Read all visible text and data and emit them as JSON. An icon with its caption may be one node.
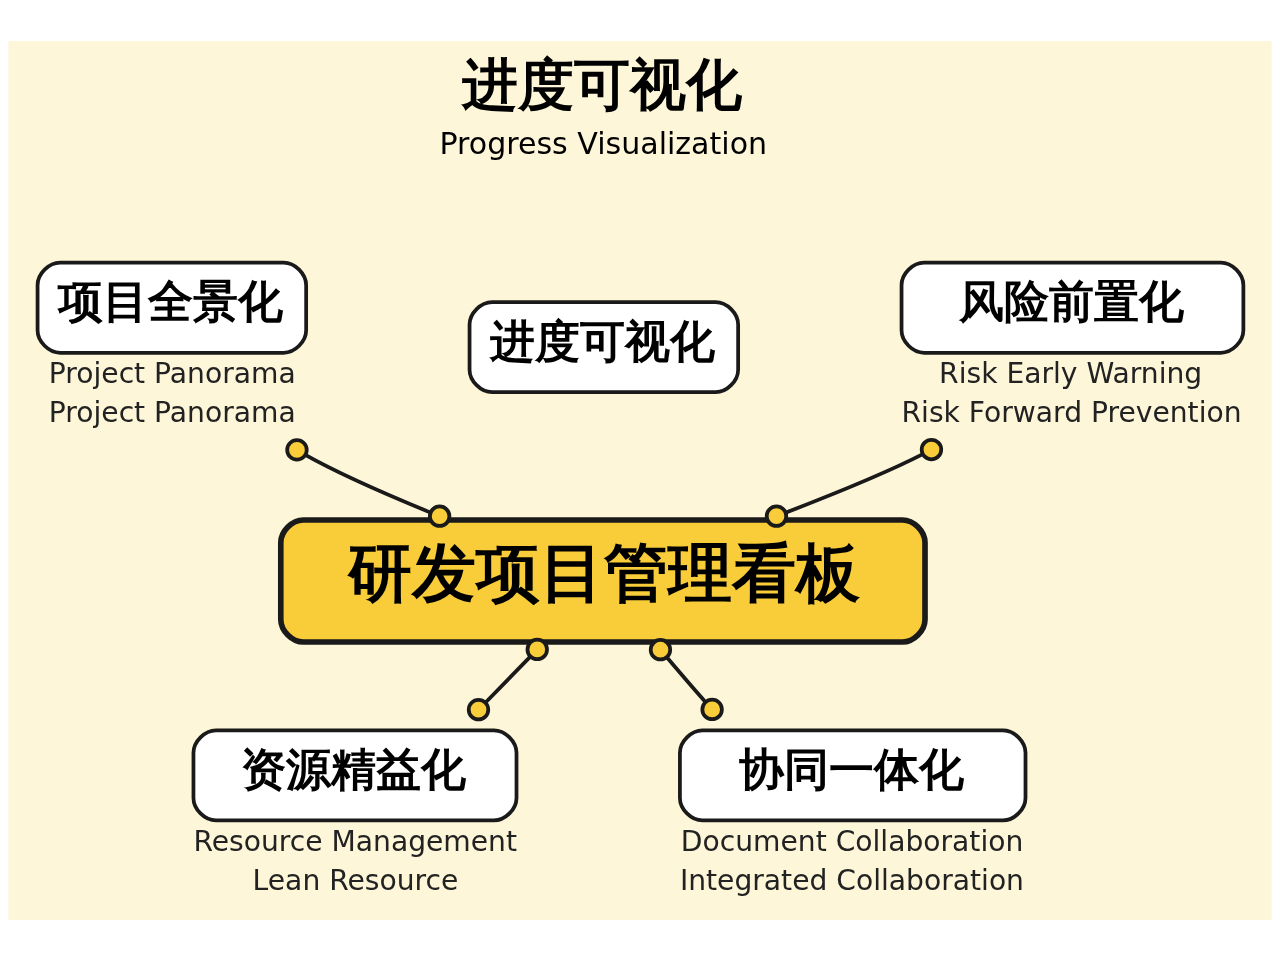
{
  "diagram": {
    "nodes": [
      {
        "text": [
          "项目全景化"
        ],
        "beside": [
          "Project Panorama",
          "Project Panorama"
        ]
      },
      {
        "text": [
          "进度可视化"
        ],
        "beside": [
          "进度可视化",
          "Progress Visualization"
        ]
      },
      {
        "text": [
          "风险前置化"
        ],
        "beside": [
          "Risk Early Warning",
          "Risk Forward Prevention"
        ]
      },
      {
        "text": [
          "研发项目管理看板"
        ]
      },
      {
        "text": [
          "资源精益化"
        ],
        "beside": [
          "Resource Management",
          "Lean Resource"
        ]
      },
      {
        "text": [
          "协同一体化"
        ],
        "beside": [
          "Document Collaboration",
          "Integrated Collaboration"
        ]
      }
    ],
    "edges": [
      {
        "from": 0,
        "to": 3,
        "arrow": "other"
      },
      {
        "from": 2,
        "to": 3,
        "arrow": "other"
      },
      {
        "from": 3,
        "to": 4,
        "arrow": "other"
      },
      {
        "from": 3,
        "to": 5,
        "arrow": "other"
      }
    ]
  }
}
